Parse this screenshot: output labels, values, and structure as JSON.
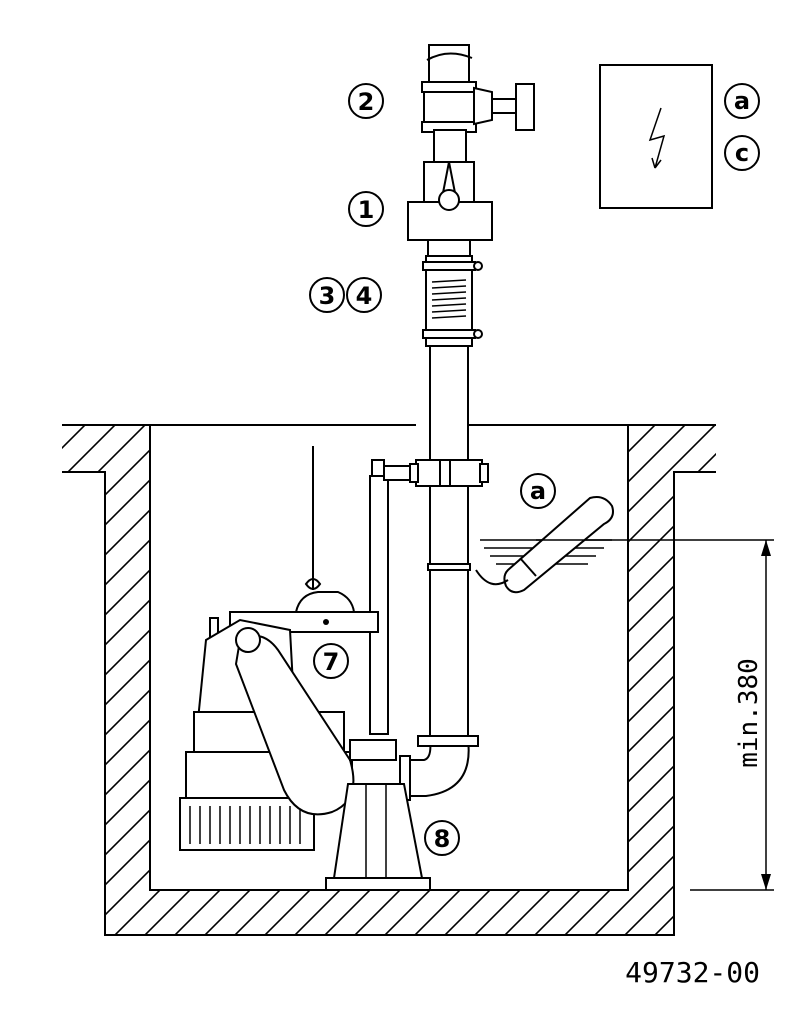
{
  "callouts": {
    "valve": "2",
    "check_valve": "1",
    "hose_coupling_a": "3",
    "hose_coupling_b": "4",
    "controller_a": "a",
    "controller_c": "c",
    "float_switch": "a",
    "pump": "7",
    "base_stand": "8"
  },
  "dimension": {
    "label": "min.380"
  },
  "drawing_number": "49732-00",
  "colors": {
    "line": "#000000",
    "background": "#ffffff"
  },
  "icons": {
    "controller_symbol": "lightning-bolt-icon"
  }
}
